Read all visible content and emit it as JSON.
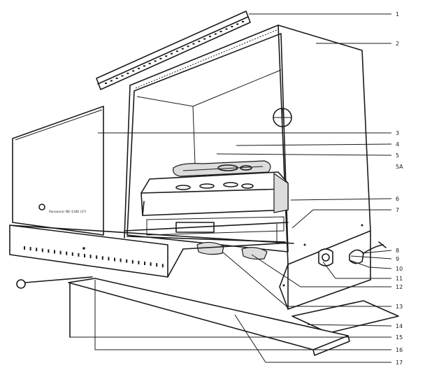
{
  "brand_text": "Panasonic NE-1180 (2?)",
  "callouts": [
    {
      "label": "1"
    },
    {
      "label": "2"
    },
    {
      "label": "3"
    },
    {
      "label": "4"
    },
    {
      "label": "5"
    },
    {
      "label": "5A"
    },
    {
      "label": "6"
    },
    {
      "label": "7"
    },
    {
      "label": "8"
    },
    {
      "label": "9"
    },
    {
      "label": "10"
    },
    {
      "label": "11"
    },
    {
      "label": "12"
    },
    {
      "label": "13"
    },
    {
      "label": "14"
    },
    {
      "label": "15"
    },
    {
      "label": "16"
    },
    {
      "label": "17"
    }
  ]
}
